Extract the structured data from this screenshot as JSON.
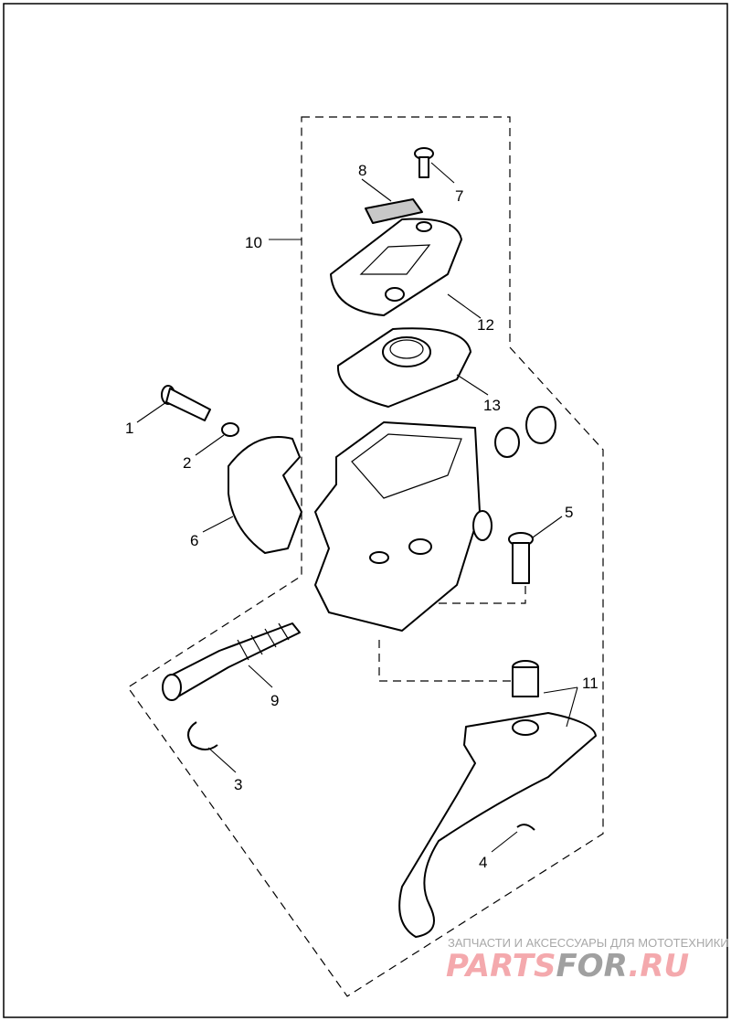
{
  "callouts": {
    "c1": "1",
    "c2": "2",
    "c3": "3",
    "c4": "4",
    "c5": "5",
    "c6": "6",
    "c7": "7",
    "c8": "8",
    "c9": "9",
    "c10": "10",
    "c11": "11",
    "c12": "12",
    "c13": "13"
  },
  "watermark": {
    "tagline": "ЗАПЧАСТИ И АКСЕССУАРЫ ДЛЯ МОТОТЕХНИКИ",
    "brand_part1": "PARTS",
    "brand_part2": "FOR",
    "brand_part3": ".RU",
    "colors": {
      "pink": "#f4a9ad",
      "gray": "#a0a0a0"
    }
  }
}
